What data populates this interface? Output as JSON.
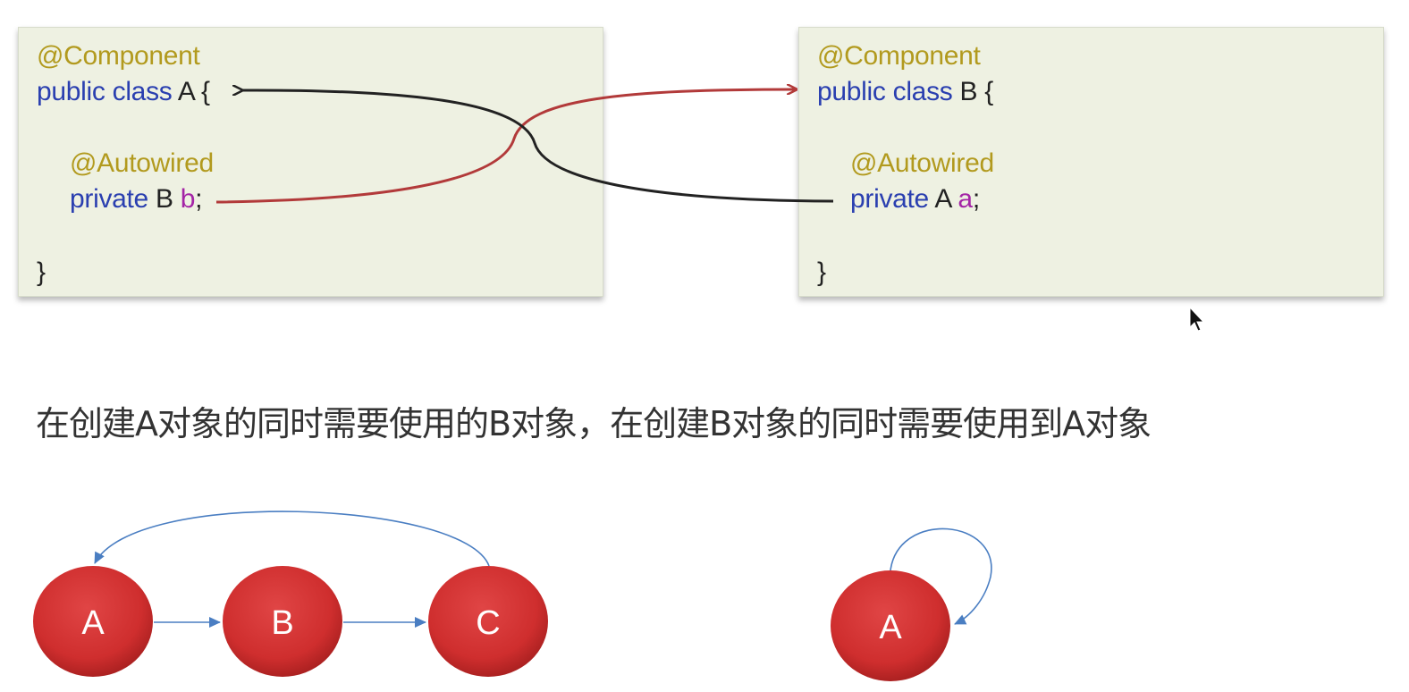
{
  "code_a": {
    "annotation": "@Component",
    "decl_keyword": "public class ",
    "class_name": "A",
    "open_brace": " {",
    "field_annotation": "@Autowired",
    "field_keyword": "private ",
    "field_type": "B ",
    "field_name": "b",
    "semicolon": ";",
    "close_brace": "}"
  },
  "code_b": {
    "annotation": "@Component",
    "decl_keyword": "public class ",
    "class_name": "B",
    "open_brace": " {",
    "field_annotation": "@Autowired",
    "field_keyword": "private ",
    "field_type": "A ",
    "field_name": "a",
    "semicolon": ";",
    "close_brace": "}"
  },
  "caption": "在创建A对象的同时需要使用的B对象，在创建B对象的同时需要使用到A对象",
  "cycle_diagram": {
    "nodes": [
      "A",
      "B",
      "C"
    ]
  },
  "self_loop_diagram": {
    "node": "A"
  },
  "colors": {
    "node_fill": "#d03030",
    "edge": "#4a7ec2",
    "red_arrow": "#b23a3a",
    "black_arrow": "#222222",
    "code_bg": "#eef1e2"
  }
}
